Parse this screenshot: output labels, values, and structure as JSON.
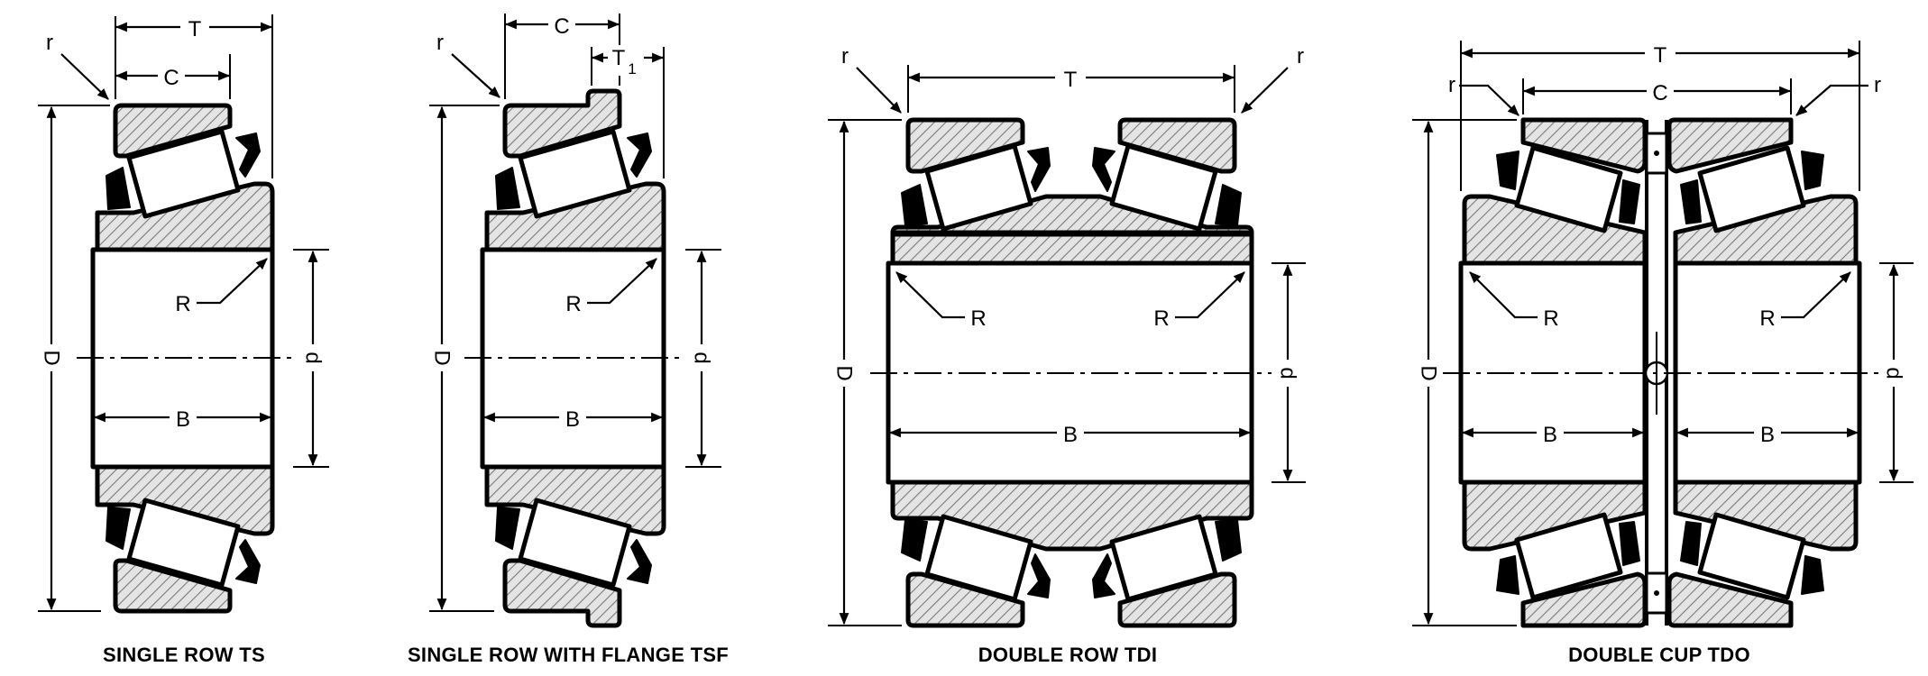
{
  "captions": {
    "ts": "SINGLE ROW  TS",
    "tsf": "SINGLE ROW WITH FLANGE  TSF",
    "tdi": "DOUBLE ROW  TDI",
    "tdo": "DOUBLE CUP  TDO"
  },
  "dimension_labels": {
    "T": "T",
    "C": "C",
    "T1_main": "T",
    "T1_sub": "1",
    "B": "B",
    "R": "R",
    "r": "r",
    "D": "D",
    "d": "d"
  },
  "colors": {
    "line": "#000000",
    "background": "#ffffff",
    "hatch": "#777777"
  }
}
